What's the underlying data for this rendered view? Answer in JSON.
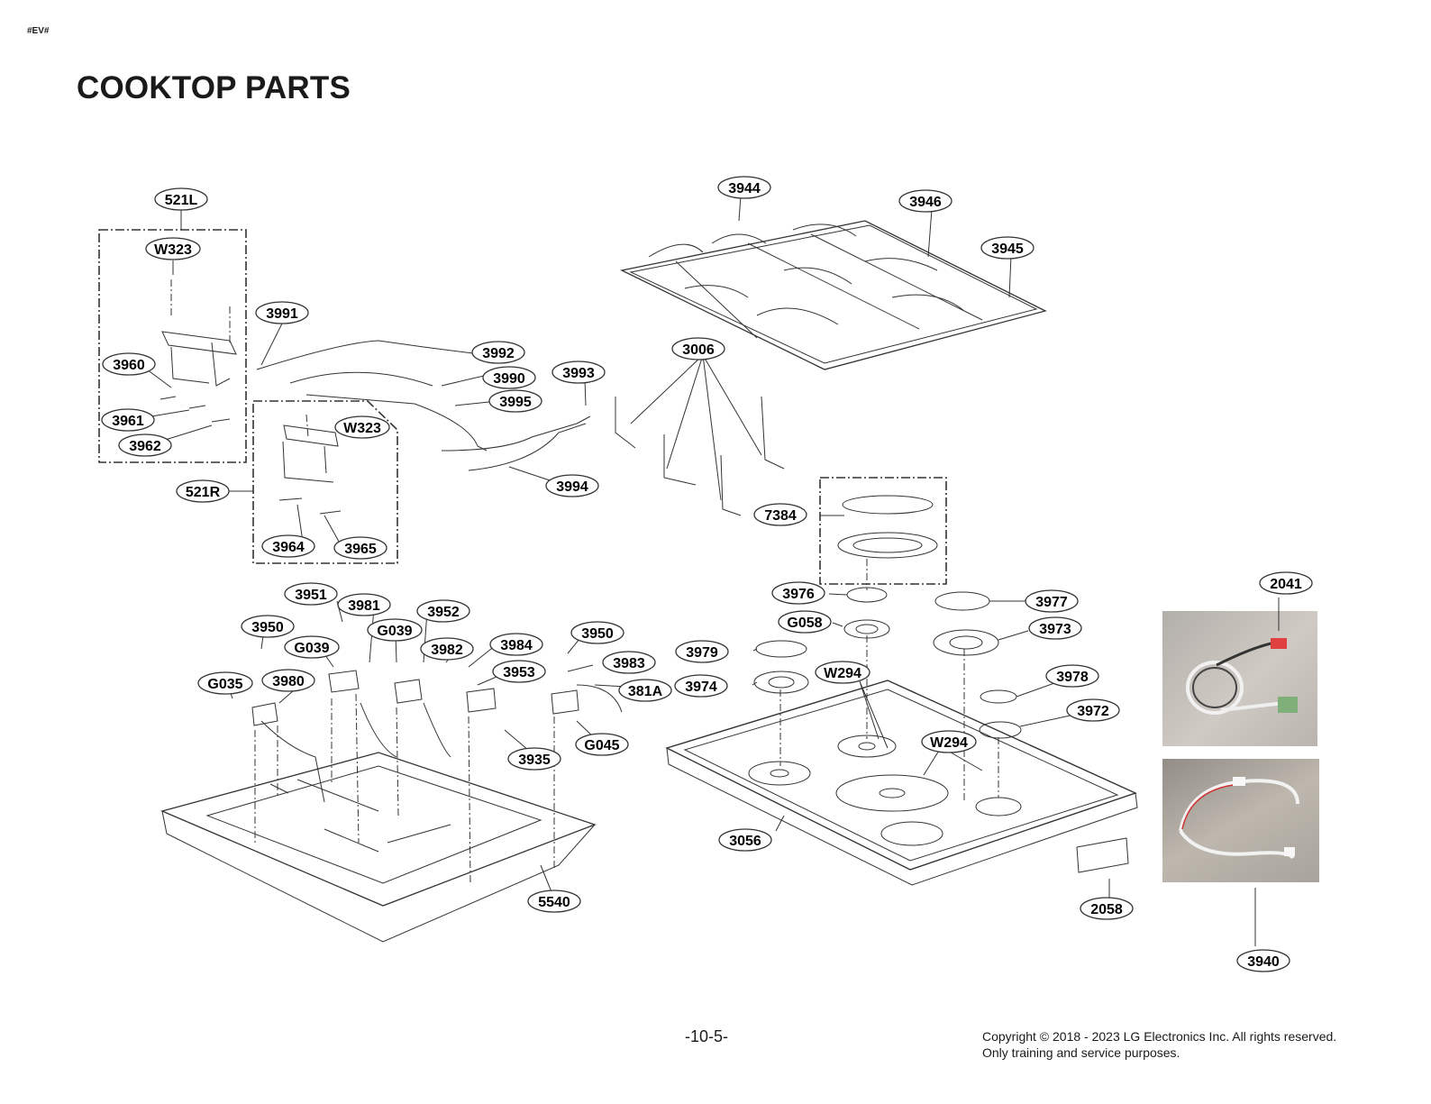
{
  "document": {
    "code": "#EV#",
    "title": "COOKTOP PARTS",
    "page_number": "-10-5-",
    "copyright": [
      "Copyright © 2018 - 2023 LG Electronics Inc. All rights reserved.",
      "Only training and service purposes."
    ]
  },
  "callouts": [
    "521L",
    "W323",
    "3991",
    "3960",
    "3961",
    "3962",
    "3992",
    "3990",
    "3995",
    "W323",
    "521R",
    "3964",
    "3965",
    "3993",
    "3994",
    "3944",
    "3946",
    "3945",
    "3006",
    "7384",
    "3976",
    "G058",
    "3977",
    "3973",
    "3979",
    "3974",
    "W294",
    "3978",
    "3972",
    "W294",
    "3056",
    "2058",
    "2041",
    "3940",
    "3951",
    "3981",
    "3952",
    "3950",
    "G039",
    "G039",
    "3982",
    "3984",
    "3950",
    "3983",
    "G035",
    "3980",
    "3953",
    "381A",
    "3935",
    "G045",
    "5540"
  ]
}
